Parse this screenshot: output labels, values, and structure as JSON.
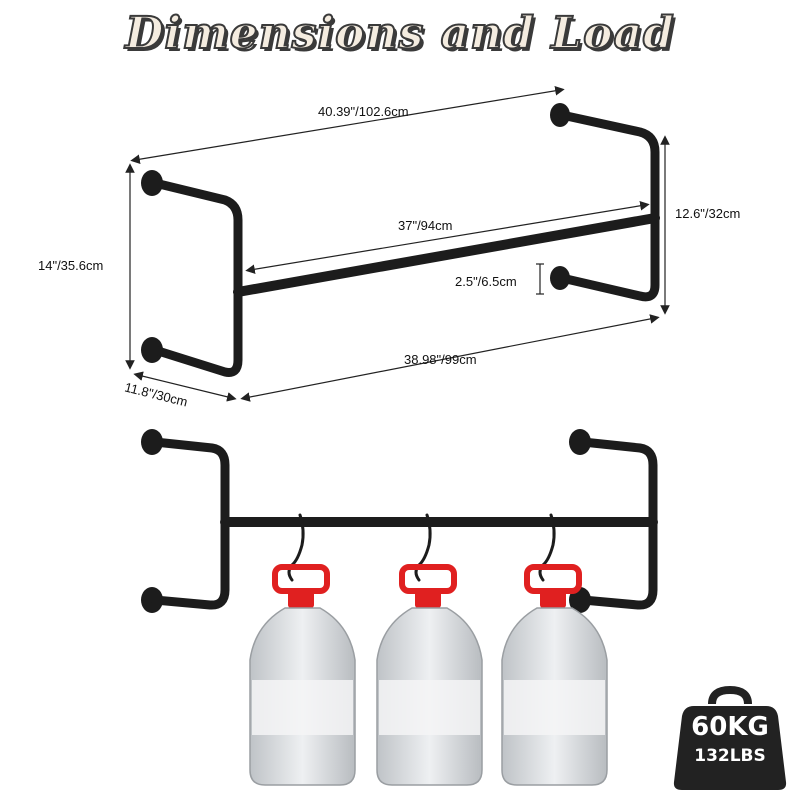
{
  "title": "Dimensions and Load",
  "dimensions": {
    "total_width": "40.39\"/102.6cm",
    "bar_length": "37\"/94cm",
    "left_height": "14\"/35.6cm",
    "right_height": "12.6\"/32cm",
    "bar_offset": "2.5\"/6.5cm",
    "depth": "11.8\"/30cm",
    "bottom_width": "38.98\"/99cm"
  },
  "load": {
    "kg": "60KG",
    "lbs": "132LBS"
  },
  "colors": {
    "pipe": "#1c1c1c",
    "cap": "#e02020",
    "jug": "#d9dcdf",
    "badge": "#222222"
  },
  "icons": [
    "weight-icon",
    "hook-icon",
    "water-jug-icon"
  ]
}
